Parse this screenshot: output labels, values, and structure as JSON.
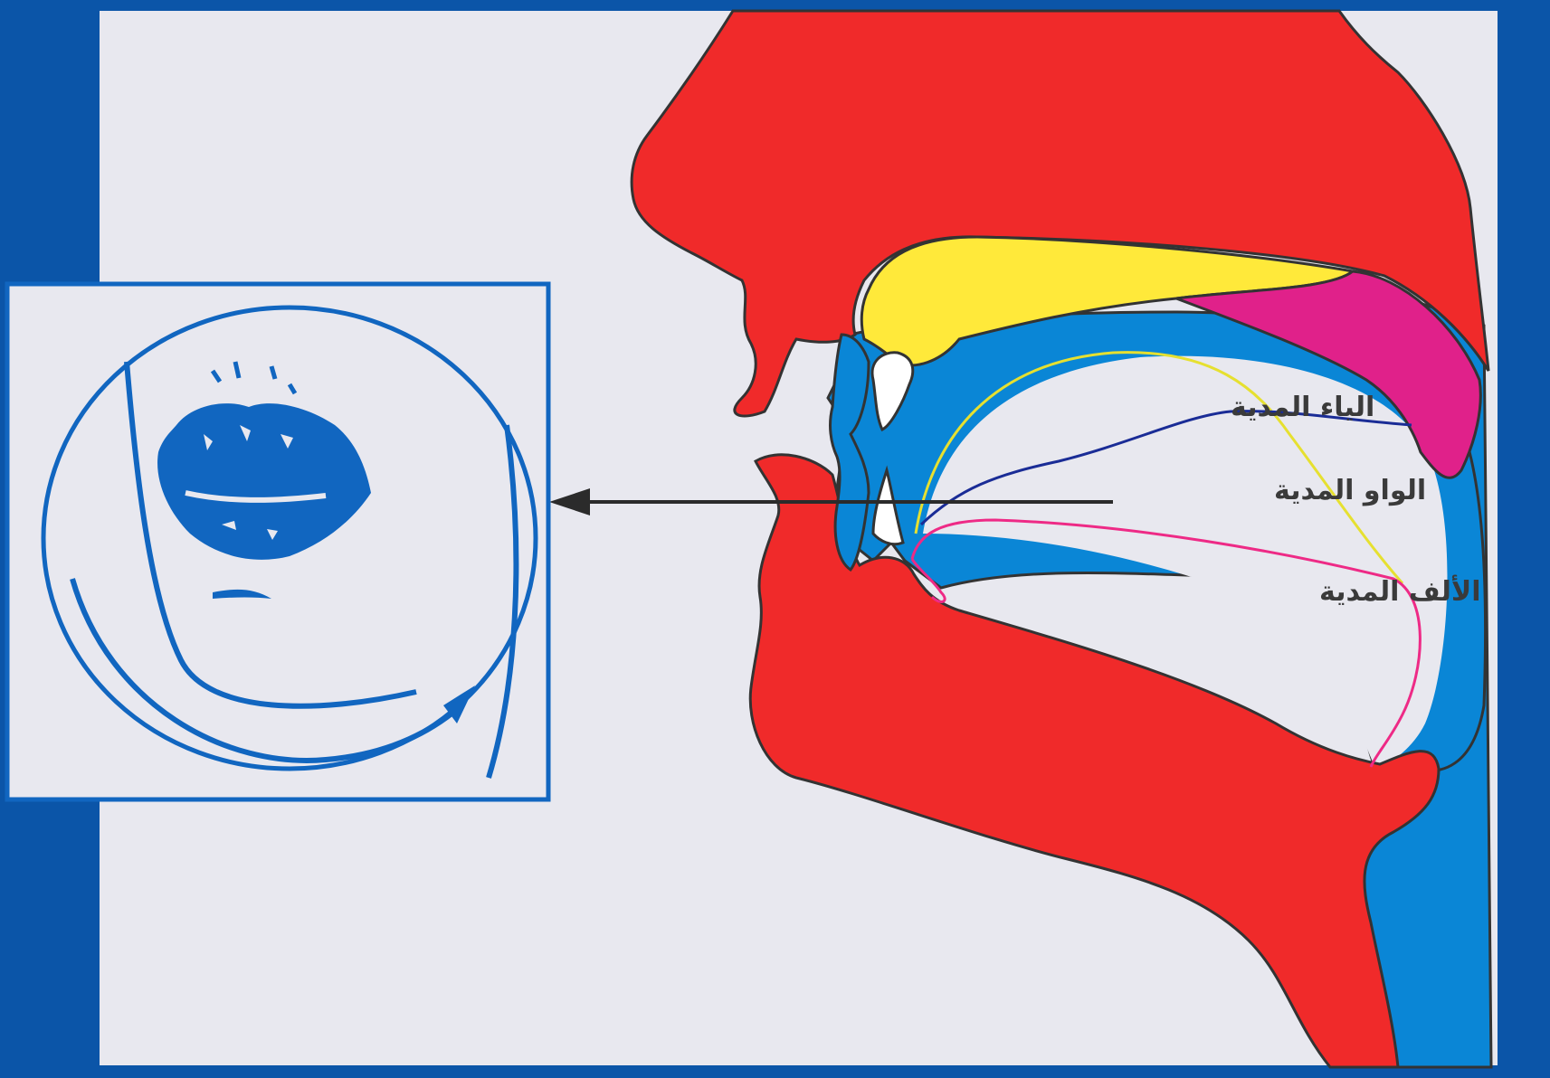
{
  "labels": {
    "ya": "الياء المدية",
    "waw": "الواو المدية",
    "alif": "الألف المدية"
  },
  "colors": {
    "frame": "#0b55a8",
    "background": "#e8e8ef",
    "skin": "#f02a2a",
    "cavity": "#0a86d6",
    "upper_gum": "#ffe93a",
    "soft_palate": "#e0218a",
    "ya_path": "#e6e030",
    "waw_path": "#1a2c96",
    "alif_path": "#ee2a86",
    "arrow": "#2b2b2b",
    "inset_ink": "#1166c0"
  }
}
